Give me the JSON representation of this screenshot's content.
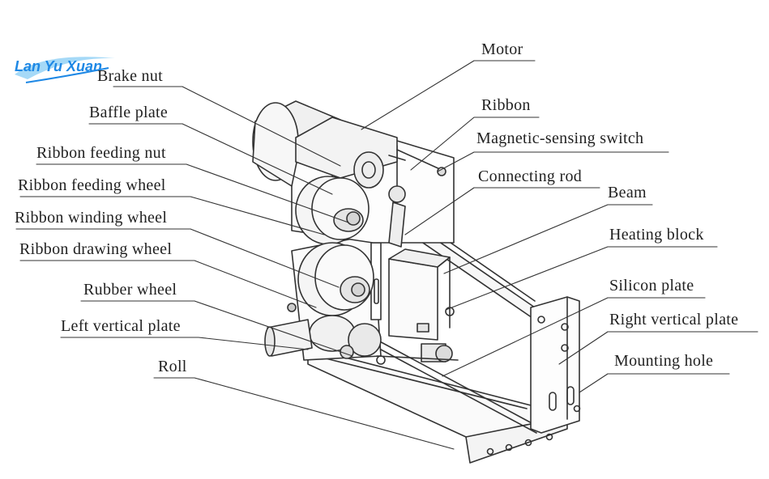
{
  "watermark": {
    "text": "Lan Yu Xuan",
    "color": "#1e88e5"
  },
  "labels": {
    "motor": "Motor",
    "ribbon": "Ribbon",
    "magnetic_switch": "Magnetic-sensing switch",
    "connecting_rod": "Connecting rod",
    "beam": "Beam",
    "heating_block": "Heating block",
    "silicon_plate": "Silicon plate",
    "right_vertical_plate": "Right vertical plate",
    "mounting_hole": "Mounting hole",
    "brake_nut": "Brake nut",
    "baffle_plate": "Baffle plate",
    "ribbon_feeding_nut": "Ribbon feeding nut",
    "ribbon_feeding_wheel": "Ribbon feeding wheel",
    "ribbon_winding_wheel": "Ribbon winding wheel",
    "ribbon_drawing_wheel": "Ribbon drawing wheel",
    "rubber_wheel": "Rubber wheel",
    "left_vertical_plate": "Left vertical plate",
    "roll": "Roll"
  },
  "colors": {
    "line": "#333333",
    "text": "#222222",
    "background": "#ffffff"
  }
}
